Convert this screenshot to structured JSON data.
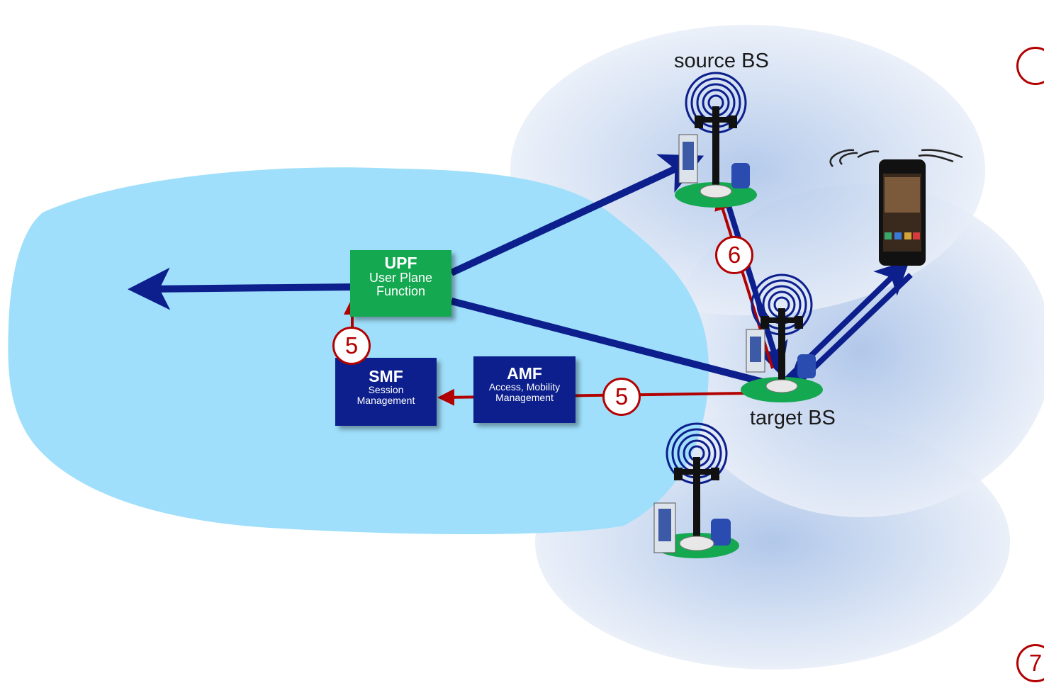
{
  "labels": {
    "source_bs": "source BS",
    "target_bs": "target BS"
  },
  "upf": {
    "title": "UPF",
    "line1": "User Plane",
    "line2": "Function"
  },
  "smf": {
    "title": "SMF",
    "line1": "Session",
    "line2": "Management"
  },
  "amf": {
    "title": "AMF",
    "line1": "Access, Mobility",
    "line2": "Management"
  },
  "steps": {
    "upf_smf": "5",
    "amf_bs": "5",
    "target_source": "6",
    "corner_top": "",
    "corner_bottom": "7"
  },
  "colors": {
    "core_network": "#9fdffb",
    "cell": "#cfdcf0",
    "upf_box": "#14a850",
    "control_box": "#0c1f8c",
    "data_arrow": "#0c1f8c",
    "signal_arrow": "#b30000"
  },
  "icons": [
    "base-station-icon",
    "smartphone-icon",
    "wireless-signal-icon"
  ]
}
